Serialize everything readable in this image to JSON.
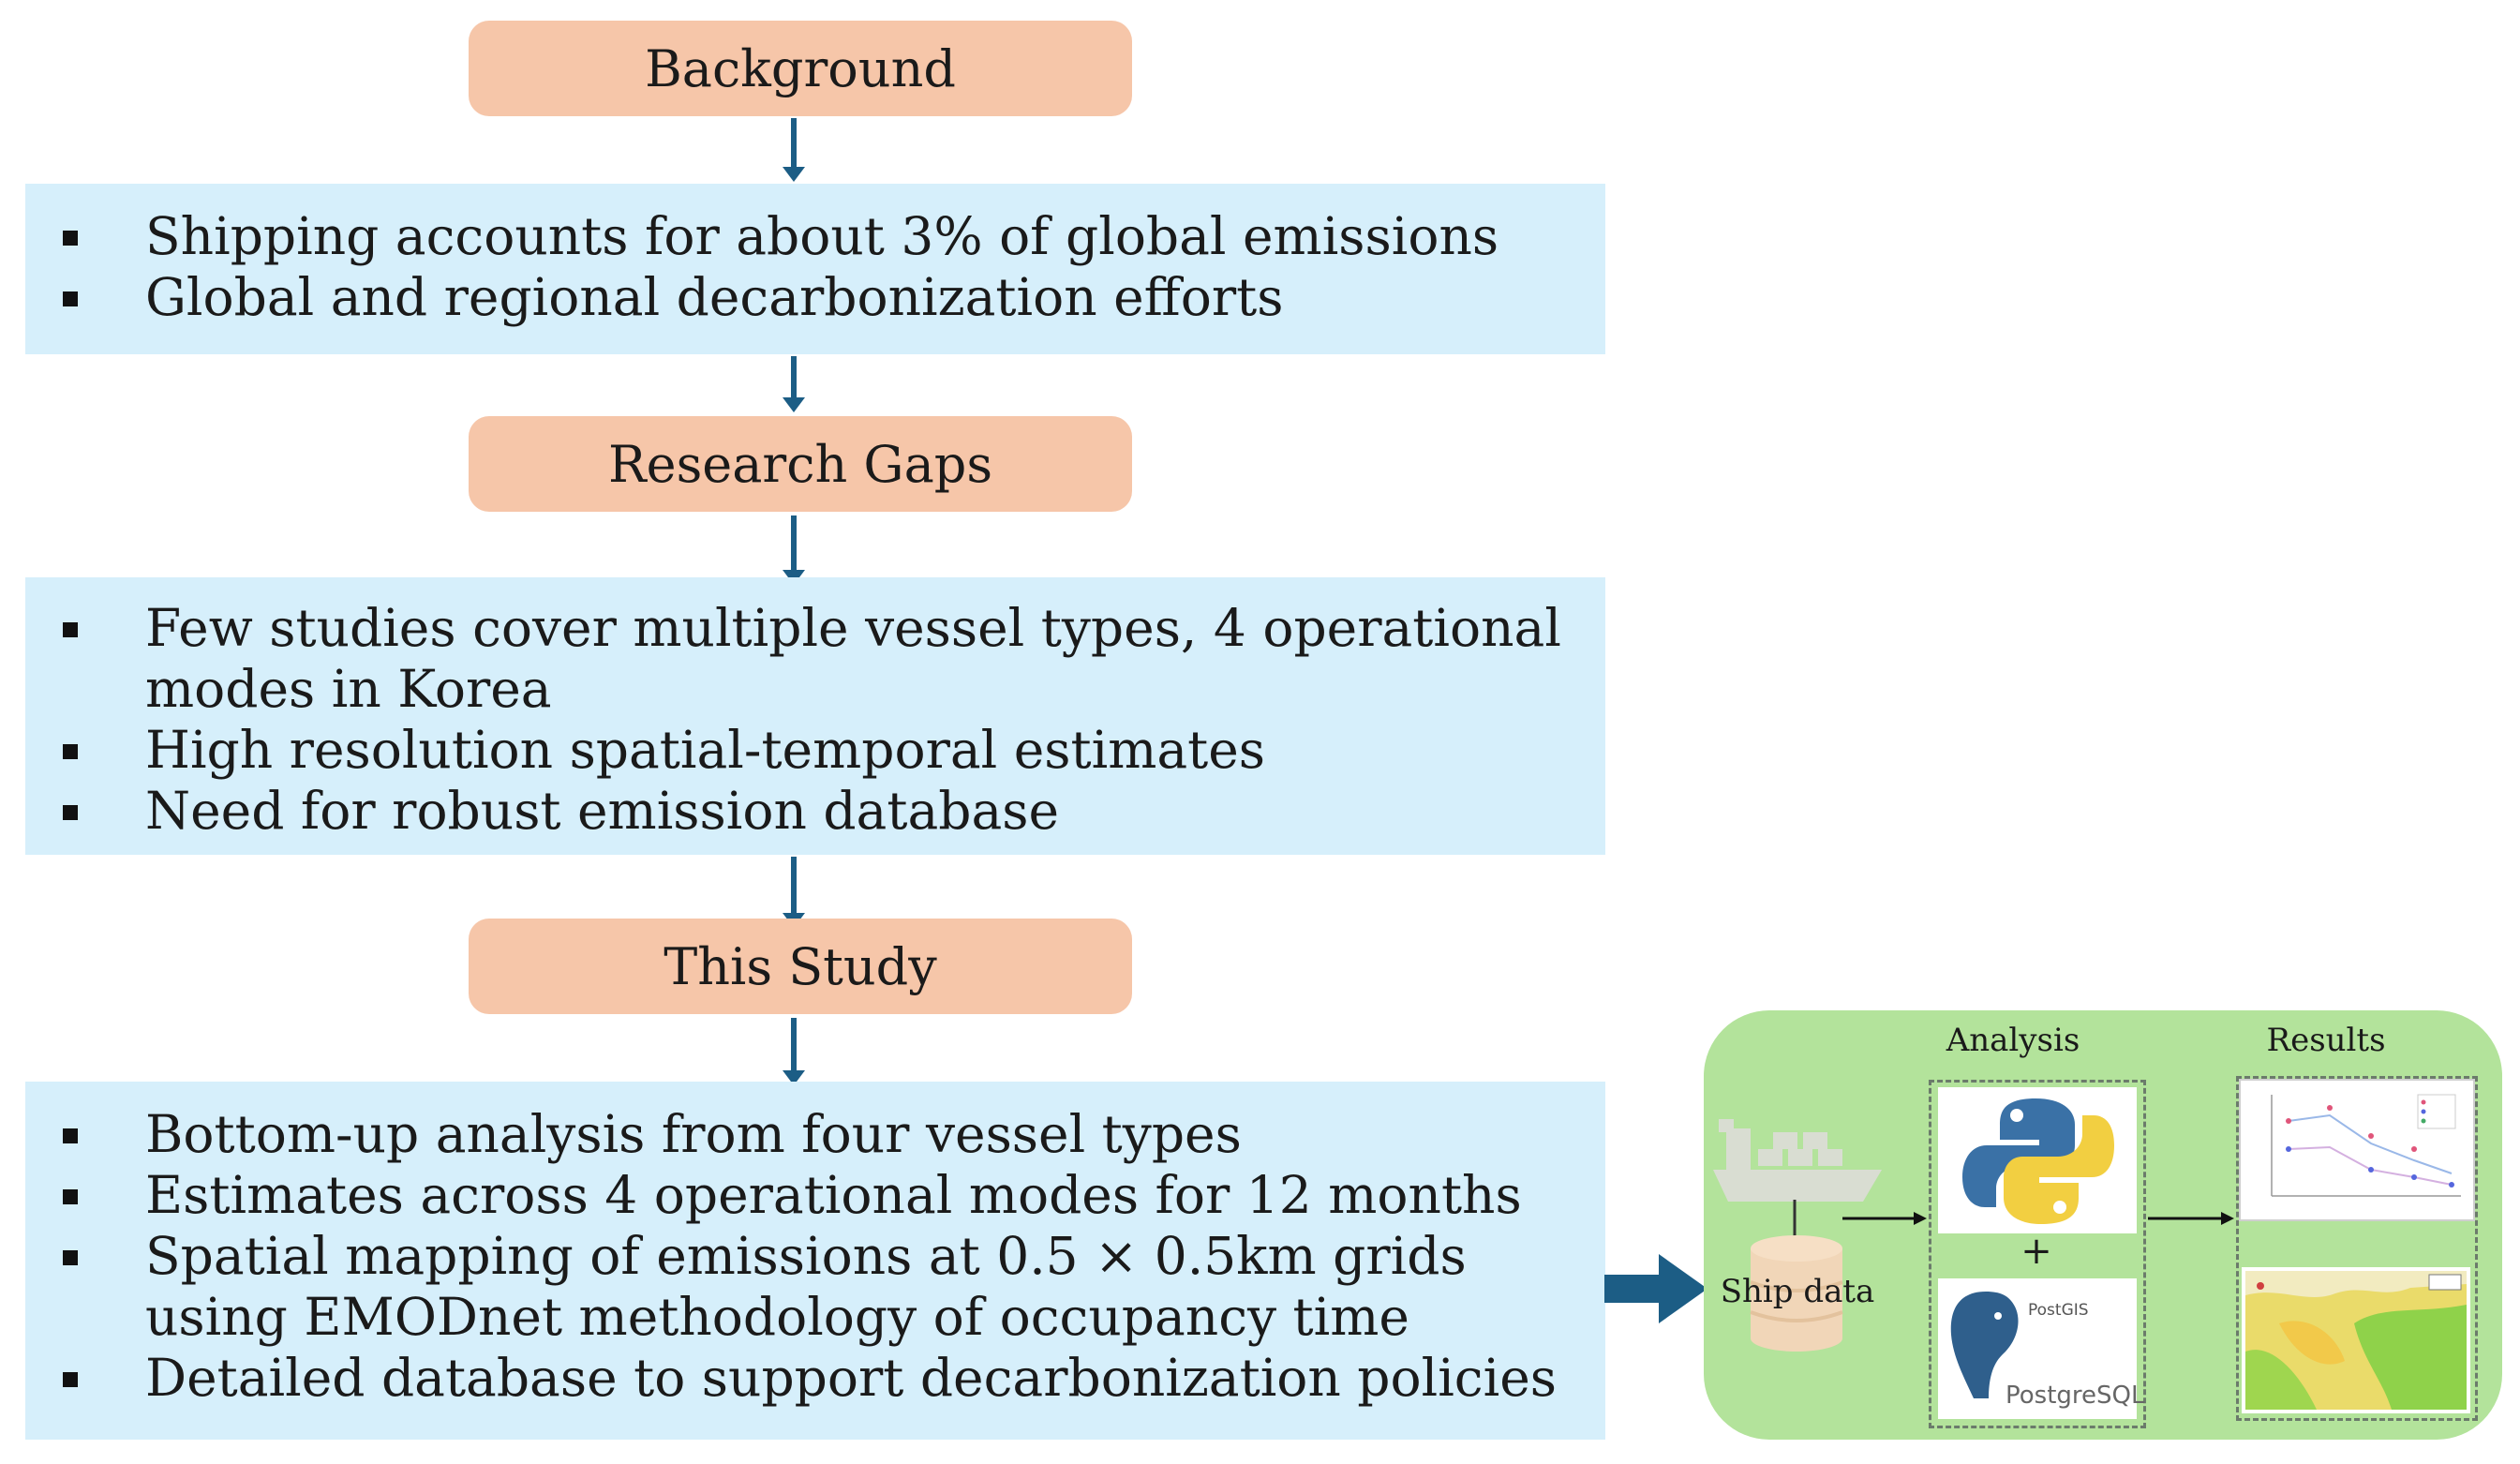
{
  "flow": {
    "background_title": "Background",
    "background_points": [
      "Shipping accounts for about 3% of global emissions",
      "Global and regional decarbonization efforts"
    ],
    "gaps_title": "Research Gaps",
    "gaps_points": [
      "Few studies cover multiple vessel types, 4 operational modes in Korea",
      "High resolution spatial-temporal estimates",
      "Need for robust emission database"
    ],
    "study_title": "This Study",
    "study_points": [
      "Bottom-up analysis from four vessel types",
      "Estimates across 4 operational modes for 12 months",
      "Spatial mapping of emissions at 0.5 × 0.5km grids using EMODnet methodology of occupancy time",
      "Detailed database to support decarbonization policies"
    ]
  },
  "workflow": {
    "analysis_label": "Analysis",
    "results_label": "Results",
    "ship_data_label": "Ship data",
    "plus_sign": "+",
    "postgis_label": "PostGIS",
    "postgresql_label": "PostgreSQL"
  },
  "colors": {
    "header_fill": "#f6c6a9",
    "content_fill": "#d6effb",
    "arrow": "#1c5d85",
    "panel_fill": "#b3e39b"
  }
}
